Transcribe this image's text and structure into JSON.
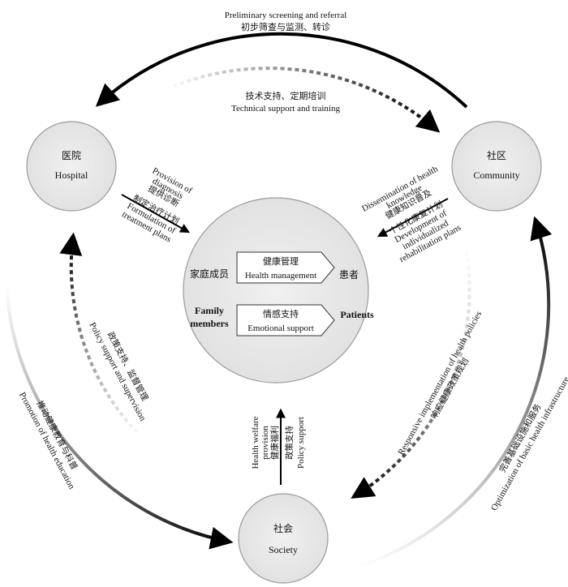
{
  "nodes": {
    "hospital": {
      "cn": "医院",
      "en": "Hospital"
    },
    "community": {
      "cn": "社区",
      "en": "Community"
    },
    "society": {
      "cn": "社会",
      "en": "Society"
    }
  },
  "center": {
    "left_cn": "家庭成员",
    "left_en_1": "Family",
    "left_en_2": "members",
    "right_cn": "患者",
    "right_en": "Patients",
    "box1_cn": "健康管理",
    "box1_en": "Health management",
    "box2_cn": "情感支持",
    "box2_en": "Emotional support"
  },
  "outer_labels": {
    "top_en": "Preliminary screening and referral",
    "top_cn": "初步筛查与监测、转诊",
    "top_inner_cn": "技术支持、定期培训",
    "top_inner_en": "Technical support and training",
    "left_outer_en": "Promotion of health education",
    "left_outer_cn": "推动健康教育与科普",
    "left_inner_en": "Policy support and supervision",
    "left_inner_cn": "政策支持、监督管理",
    "right_inner_en": "Responsive implementation of health policies",
    "right_inner_cn": "响应健康政策规划",
    "right_outer_cn": "完善基础设施和服务",
    "right_outer_en": "Optimization of basic health infrastructure"
  },
  "inner_arrows": {
    "hospital_en_1": "Provision of",
    "hospital_en_2": "diagnosis",
    "hospital_cn_1": "提供诊断",
    "hospital_cn_2": "制定治疗计划",
    "hospital_en_3": "Formulation of",
    "hospital_en_4": "treatment plans",
    "community_en_1": "Dissemination of health",
    "community_en_2": "knowledge",
    "community_cn_1": "健康知识普及",
    "community_cn_2": "个性化康复计划",
    "community_en_3": "Development of",
    "community_en_4": "individualized",
    "community_en_5": "rehabilitation plans",
    "society_en_1": "Health welfare",
    "society_en_2": "provision",
    "society_cn_1": "健康福利",
    "society_cn_2": "政策支持",
    "society_en_3": "Policy support"
  }
}
